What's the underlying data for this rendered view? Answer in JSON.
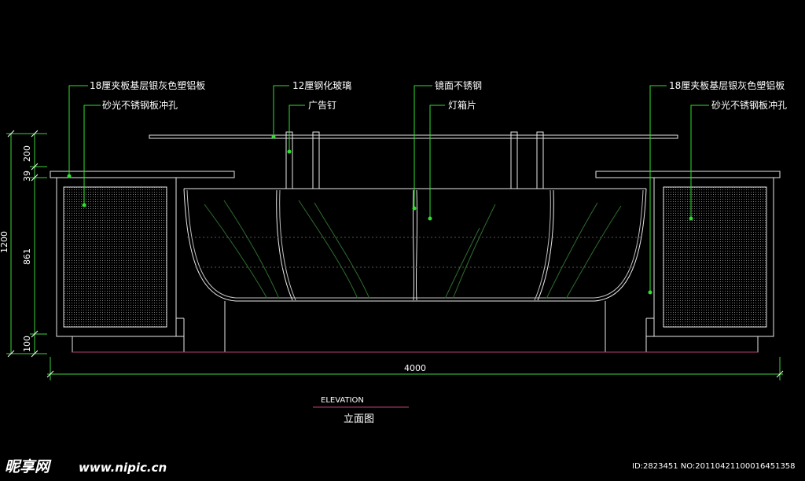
{
  "labels": {
    "left_top": "18厘夹板基层银灰色塑铝板",
    "left_sub": "砂光不锈钢板冲孔",
    "glass": "12厘钢化玻璃",
    "nail": "广告钉",
    "mirror": "镜面不锈钢",
    "lightbox": "灯箱片",
    "right_top": "18厘夹板基层银灰色塑铝板",
    "right_sub": "砂光不锈钢板冲孔"
  },
  "dimensions": {
    "d200": "200",
    "d39": "39",
    "d1200": "1200",
    "d861": "861",
    "d100": "100",
    "total_width": "4000"
  },
  "title": {
    "english": "ELEVATION",
    "chinese": "立面图"
  },
  "watermark": {
    "brand": "昵享网",
    "url": "www.nipic.cn",
    "id_text": "ID:2823451 NO:20110421100016451358"
  },
  "colors": {
    "background": "#000000",
    "line_main": "#e8e8e8",
    "leader": "#2fe02f",
    "dimension": "#3cd23c",
    "underline": "#c0407a"
  }
}
